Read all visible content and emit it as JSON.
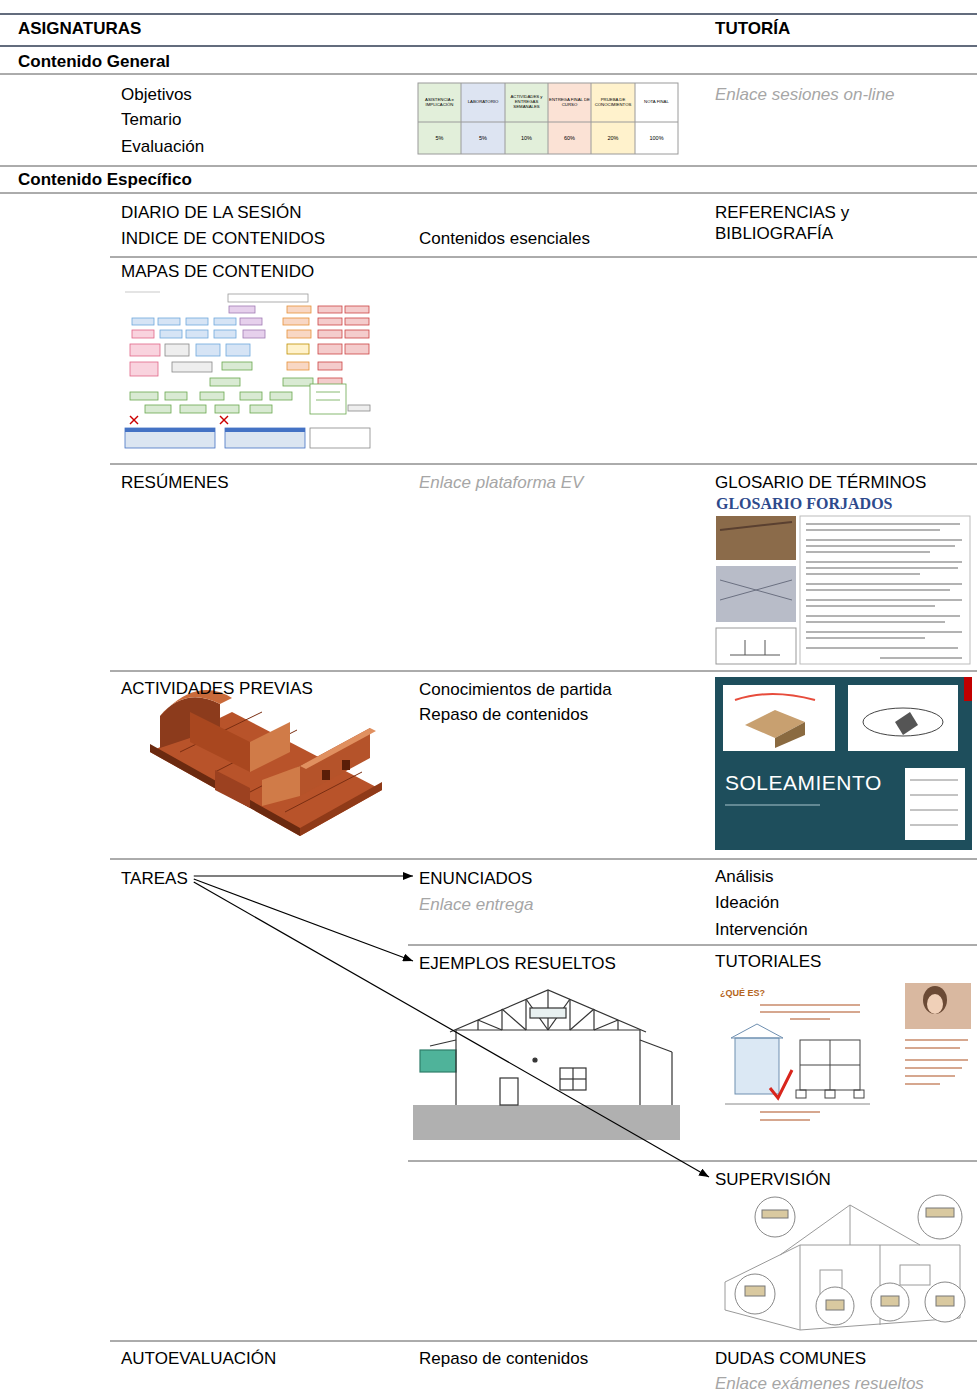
{
  "diagram": {
    "nodes": [
      {
        "text": [
          "TAREAS"
        ]
      },
      {
        "text": [
          "ENUNCIADOS",
          "Enlace entrega"
        ]
      },
      {
        "text": [
          "EJEMPLOS RESUELTOS"
        ]
      },
      {
        "text": [
          "SUPERVISIÓN"
        ]
      }
    ],
    "edges": [
      {
        "from": 0,
        "to": 1,
        "arrow": "to"
      },
      {
        "from": 0,
        "to": 2,
        "arrow": "to"
      },
      {
        "from": 0,
        "to": 3,
        "arrow": "to"
      }
    ],
    "labels": [
      "ASIGNATURAS",
      "TUTORÍA",
      "Contenido General",
      "Objetivos",
      "Temario",
      "Evaluación",
      "ASISTENCIA e IMPLICACIÓN",
      "LABORATORIO",
      "ACTIVIDADES y ENTREGAS SEMANALES",
      "ENTREGA FINAL DE CURSO",
      "PRUEBA DE CONOCIMIENTOS",
      "NOTA FINAL",
      "5%",
      "5%",
      "10%",
      "60%",
      "20%",
      "100%",
      "Enlace sesiones on-line",
      "Contenido Específico",
      "DIARIO DE LA SESIÓN",
      "INDICE DE CONTENIDOS",
      "Contenidos esenciales",
      "REFERENCIAS y BIBLIOGRAFÍA",
      "MAPAS DE CONTENIDO",
      "RESÚMENES",
      "Enlace plataforma EV",
      "GLOSARIO DE TÉRMINOS",
      "GLOSARIO FORJADOS",
      "ACTIVIDADES PREVIAS",
      "Conocimientos de partida",
      "Repaso de contenidos",
      "SOLEAMIENTO",
      "Análisis",
      "Ideación",
      "Intervención",
      "TUTORIALES",
      "¿QUÉ ES?",
      "AUTOEVALUACIÓN",
      "Repaso de contenidos",
      "DUDAS COMUNES",
      "Enlace exámenes resueltos"
    ]
  }
}
